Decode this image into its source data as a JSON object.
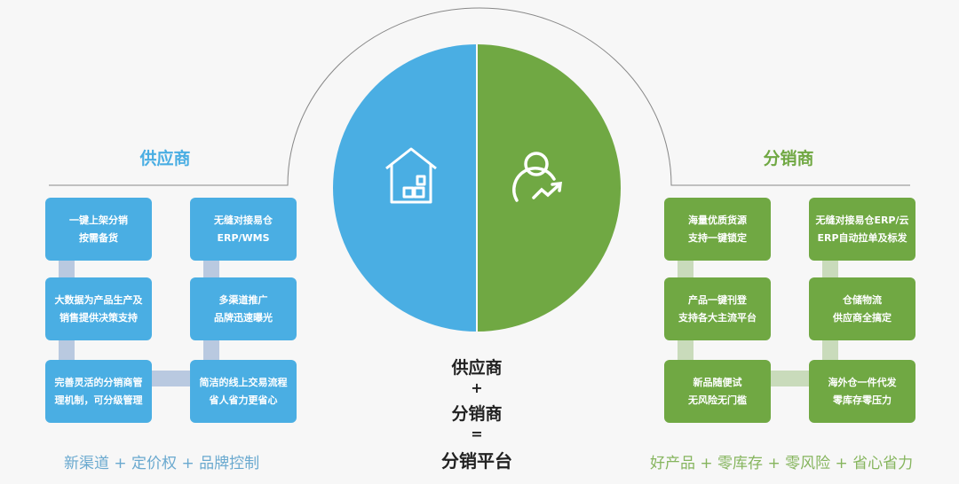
{
  "colors": {
    "supplier": "#4aaee3",
    "distributor": "#70a843"
  },
  "icons": {
    "supplier": "warehouse-house-icon",
    "distributor": "user-growth-icon"
  },
  "supplier": {
    "title": "供应商",
    "boxes": [
      {
        "line1": "一键上架分销",
        "line2": "按需备货"
      },
      {
        "line1": "无缝对接易仓",
        "line2": "ERP/WMS"
      },
      {
        "line1": "大数据为产品生产及",
        "line2": "销售提供决策支持"
      },
      {
        "line1": "多渠道推广",
        "line2": "品牌迅速曝光"
      },
      {
        "line1": "完善灵活的分销商管",
        "line2": "理机制，可分级管理"
      },
      {
        "line1": "简洁的线上交易流程",
        "line2": "省人省力更省心"
      }
    ],
    "benefits": "新渠道 + 定价权 + 品牌控制"
  },
  "distributor": {
    "title": "分销商",
    "boxes": [
      {
        "line1": "海量优质货源",
        "line2": "支持一键锁定"
      },
      {
        "line1": "无缝对接易仓ERP/云",
        "line2": "ERP自动拉单及标发"
      },
      {
        "line1": "产品一键刊登",
        "line2": "支持各大主流平台"
      },
      {
        "line1": "仓储物流",
        "line2": "供应商全搞定"
      },
      {
        "line1": "新品随便试",
        "line2": "无风险无门槛"
      },
      {
        "line1": "海外仓一件代发",
        "line2": "零库存零压力"
      }
    ],
    "benefits": "好产品 + 零库存 + 零风险 + 省心省力"
  },
  "formula": {
    "a": "供应商",
    "plus": "+",
    "b": "分销商",
    "equals": "=",
    "result": "分销平台"
  }
}
